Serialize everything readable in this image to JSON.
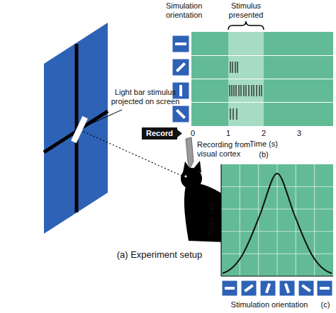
{
  "diagram": {
    "nodes": [
      {
        "text": [
          "Record"
        ]
      }
    ],
    "labels": [
      "Light bar stimulus projected on screen",
      "Recording from visual cortex",
      "(a) Experiment setup",
      "Simulation orientation",
      "Stimulus presented",
      "0",
      "1",
      "2",
      "3",
      "Time (s)",
      "(b)",
      "Spike rate",
      "Stimulation orientation",
      "(c)"
    ]
  }
}
